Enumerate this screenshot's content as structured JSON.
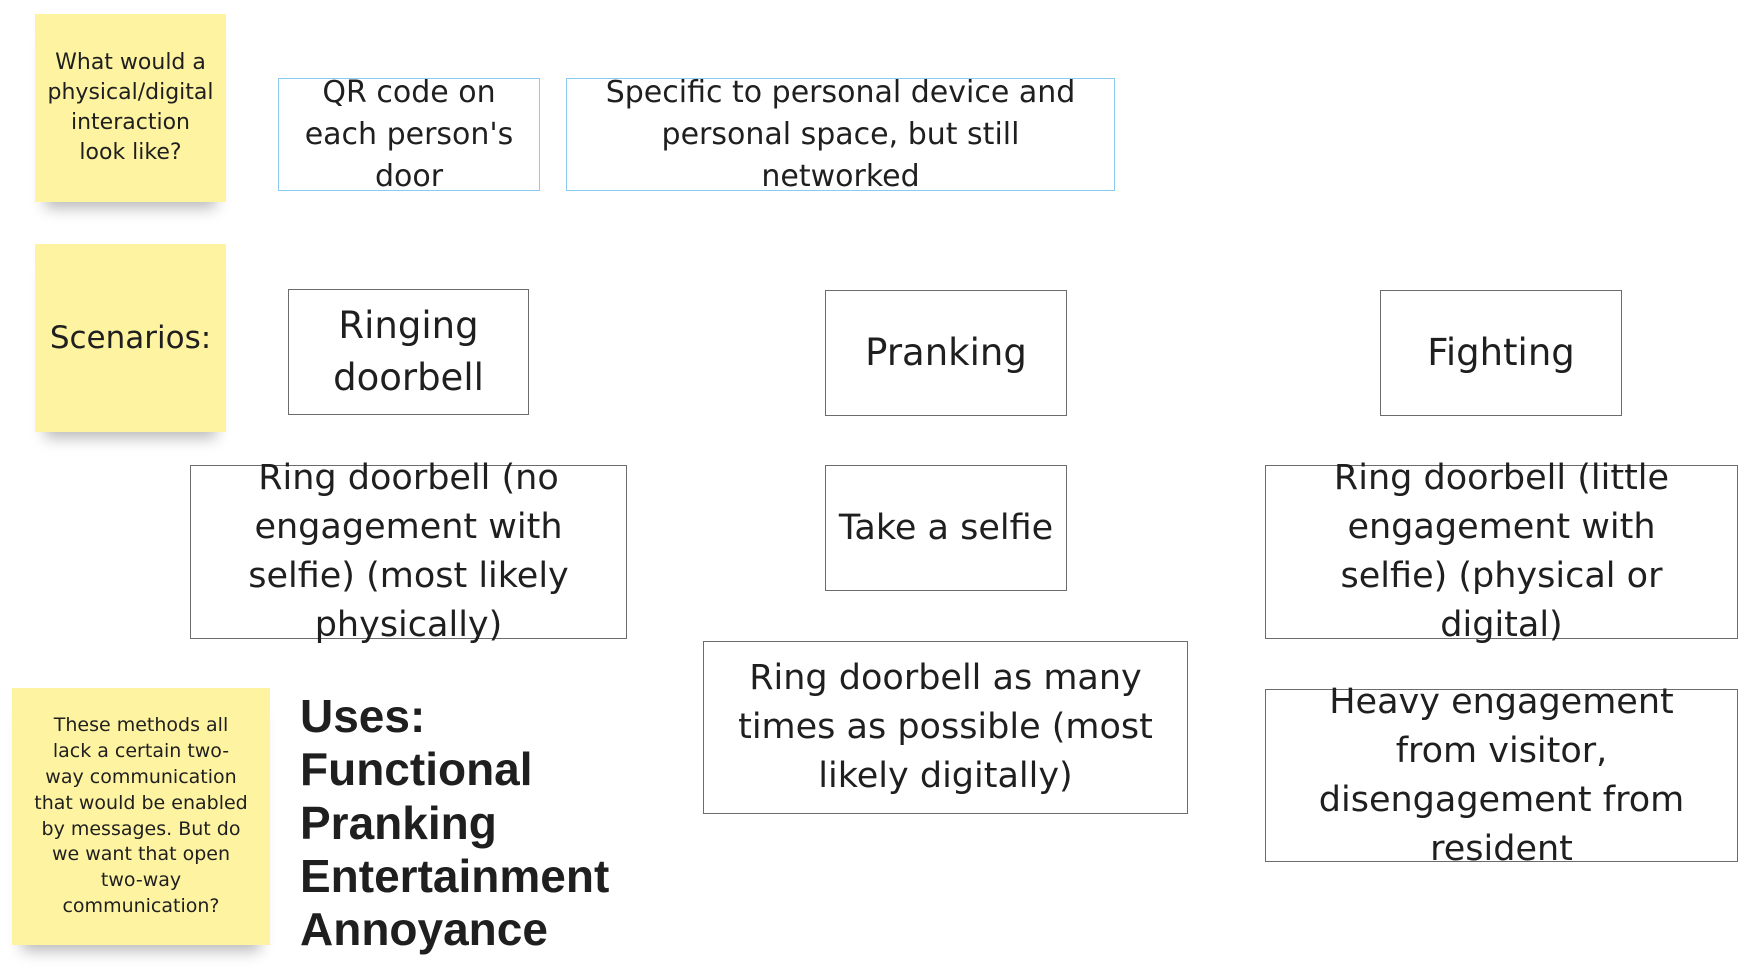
{
  "notes": {
    "physical_digital": "What would a physical/digital interaction look like?",
    "scenarios": "Scenarios:",
    "two_way": "These methods all lack a certain two-way communication that would be enabled by messages. But do we want that open two-way communication?"
  },
  "ideas": {
    "qr_code": "QR code on each person's door",
    "personal_device": "Specific to personal device and personal space, but still networked"
  },
  "scenarios": {
    "ringing": "Ringing doorbell",
    "pranking": "Pranking",
    "fighting": "Fighting"
  },
  "details": {
    "ringing": "Ring doorbell (no engagement with selfie) (most likely physically)",
    "pranking_selfie": "Take a selfie",
    "pranking_ring": "Ring doorbell as many times as possible (most likely digitally)",
    "fighting_ring": "Ring doorbell (little engagement with selfie) (physical or digital)",
    "fighting_heavy": "Heavy engagement from visitor, disengagement from resident"
  },
  "uses": {
    "heading": "Uses:",
    "items": [
      "Functional",
      "Pranking",
      "Entertainment",
      "Annoyance"
    ]
  },
  "colors": {
    "sticky": "#fdf3a0",
    "box_border": "#6b6b6b",
    "idea_border": "#8ccbf0"
  }
}
